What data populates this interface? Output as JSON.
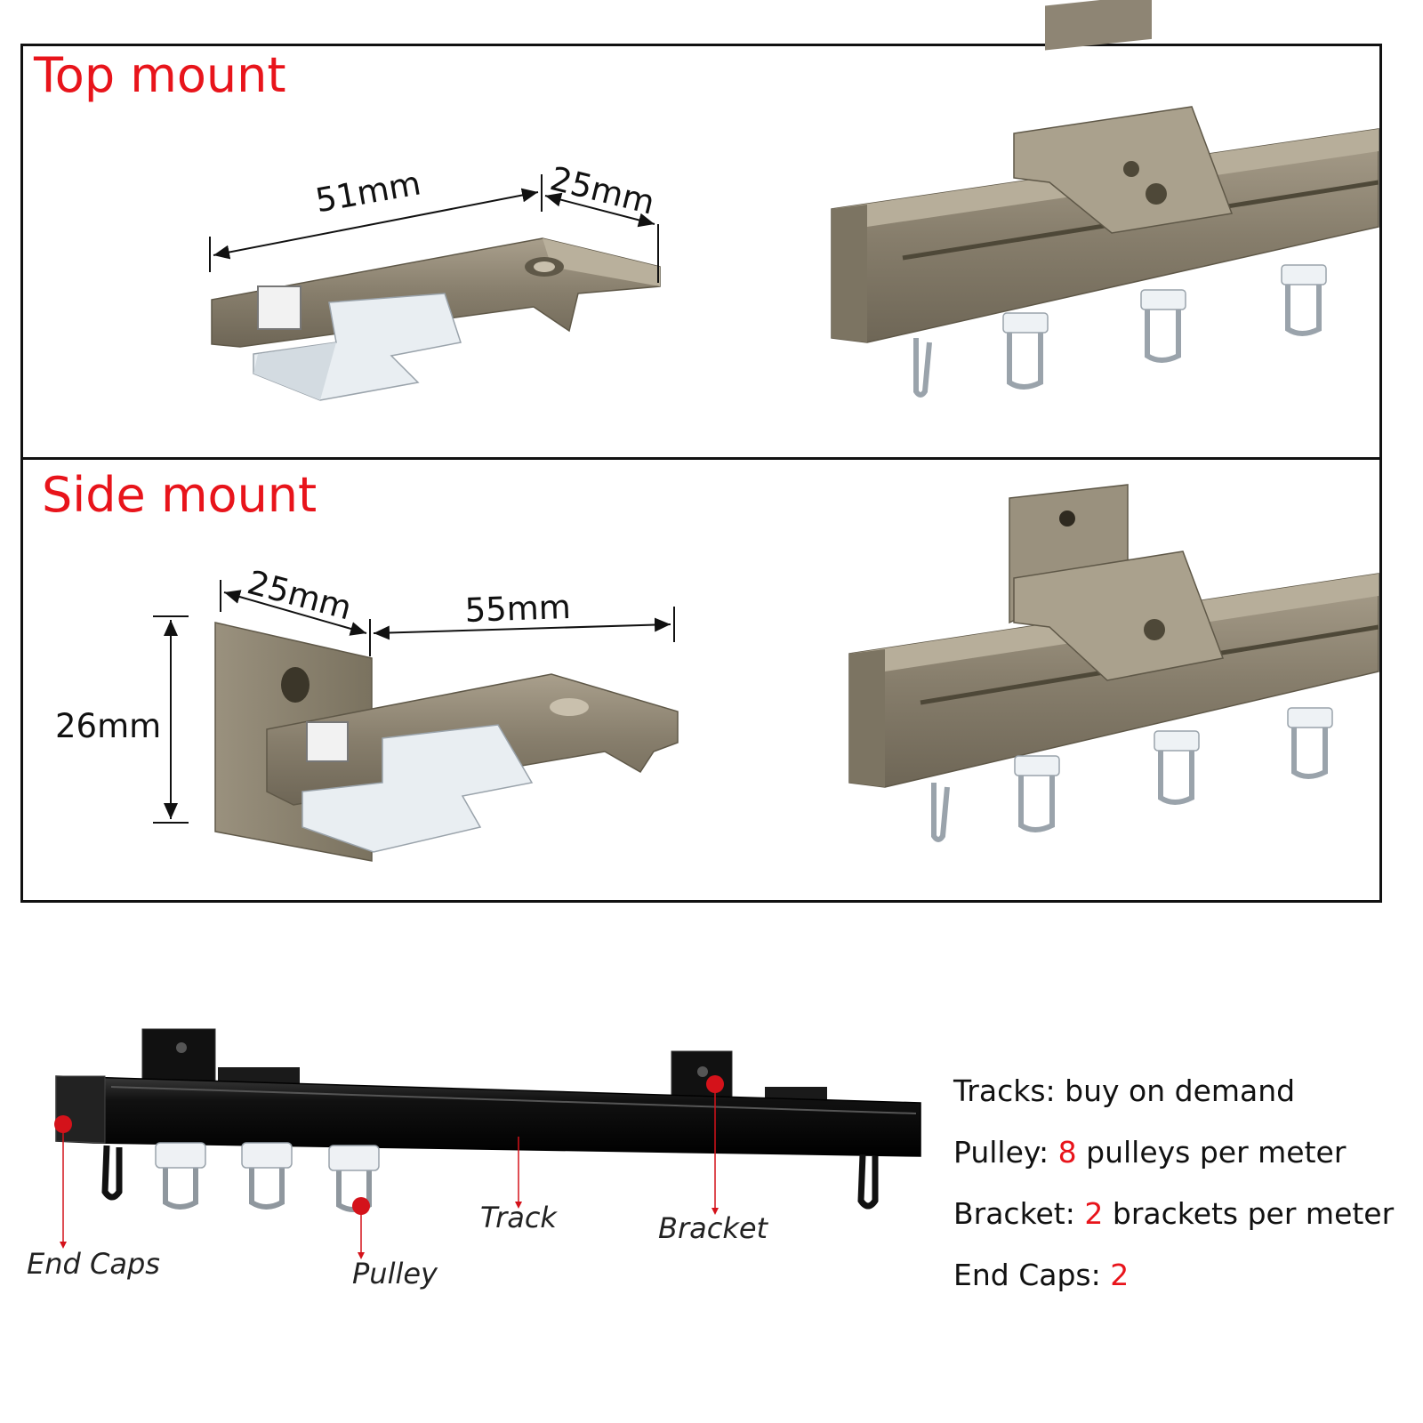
{
  "panels": {
    "top_mount": {
      "title": "Top mount",
      "dim_width": "51mm",
      "dim_depth": "25mm"
    },
    "side_mount": {
      "title": "Side mount",
      "dim_plate": "25mm",
      "dim_arm": "55mm",
      "dim_height": "26mm"
    }
  },
  "parts_diagram": {
    "labels": {
      "end_caps": "End Caps",
      "pulley": "Pulley",
      "track": "Track",
      "bracket": "Bracket"
    }
  },
  "specs": {
    "tracks": {
      "label": "Tracks:",
      "text": "buy on demand"
    },
    "pulley": {
      "label": "Pulley:",
      "count": "8",
      "text": "pulleys per meter"
    },
    "bracket": {
      "label": "Bracket:",
      "count": "2",
      "text": "brackets per meter"
    },
    "end_caps": {
      "label": "End Caps:",
      "count": "2"
    }
  },
  "colors": {
    "title_red": "#e8141b",
    "bronze": "#8a8170",
    "track_black": "#111111",
    "marker_red": "#d4121a"
  }
}
